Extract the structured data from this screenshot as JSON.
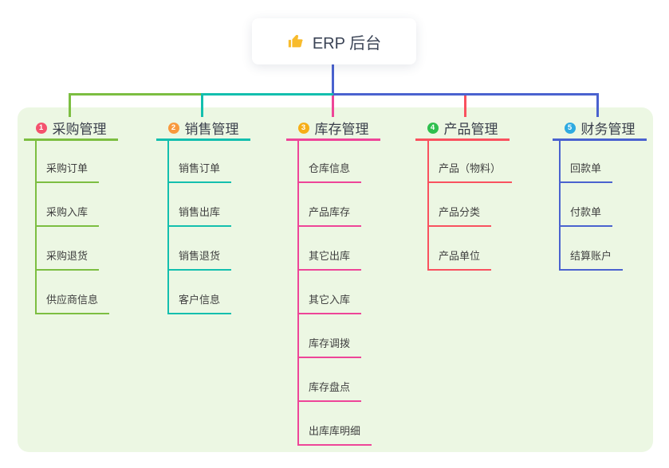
{
  "root": {
    "title": "ERP 后台",
    "icon": "thumbs-up-icon",
    "icon_color": "#f8bb2c"
  },
  "panel": {
    "bg": "#ecf7e3"
  },
  "branches": [
    {
      "number": "1",
      "title": "采购管理",
      "line_color": "#7cbe41",
      "badge_color": "#f4526e",
      "children": [
        "采购订单",
        "采购入库",
        "采购退货",
        "供应商信息"
      ]
    },
    {
      "number": "2",
      "title": "销售管理",
      "line_color": "#13bfae",
      "badge_color": "#f8993d",
      "children": [
        "销售订单",
        "销售出库",
        "销售退货",
        "客户信息"
      ]
    },
    {
      "number": "3",
      "title": "库存管理",
      "line_color": "#ee4598",
      "badge_color": "#f6ae17",
      "children": [
        "仓库信息",
        "产品库存",
        "其它出库",
        "其它入库",
        "库存调拨",
        "库存盘点",
        "出库库明细"
      ]
    },
    {
      "number": "4",
      "title": "产品管理",
      "line_color": "#f9515f",
      "badge_color": "#2fbf4e",
      "children": [
        "产品（物料）",
        "产品分类",
        "产品单位"
      ]
    },
    {
      "number": "5",
      "title": "财务管理",
      "line_color": "#4a62cf",
      "badge_color": "#2eaae1",
      "children": [
        "回款单",
        "付款单",
        "结算账户"
      ]
    }
  ]
}
